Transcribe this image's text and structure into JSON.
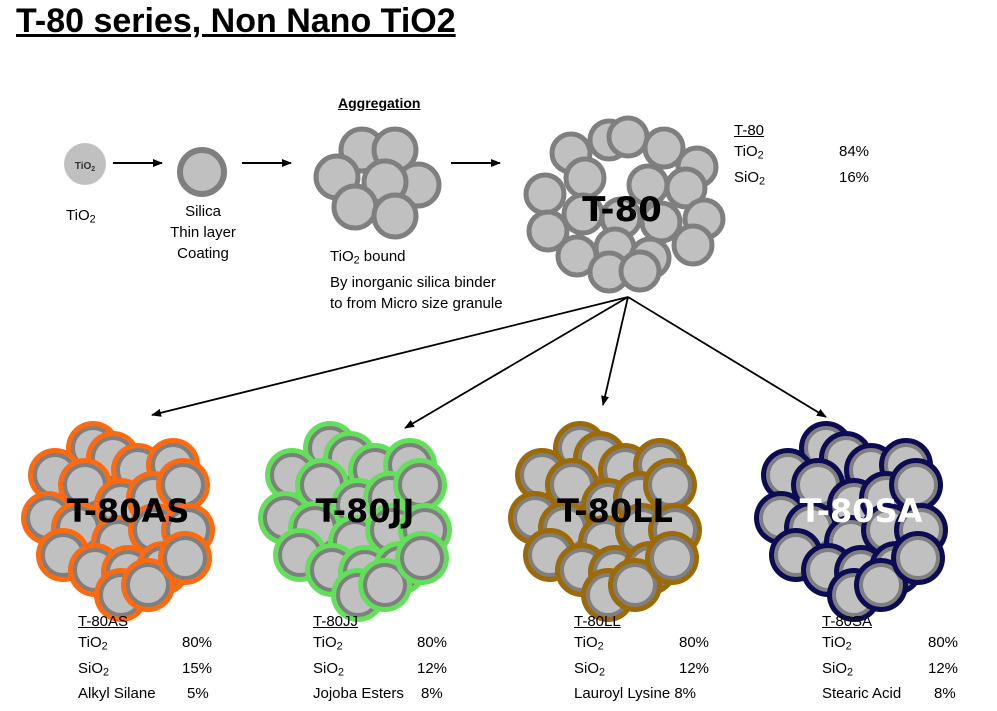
{
  "title": "T-80 series, Non Nano TiO2",
  "process": {
    "particle_text": "TiO",
    "particle_sub": "2",
    "step1_label": "TiO",
    "step1_sub": "2",
    "step2_lines": [
      "Silica",
      "Thin layer",
      "Coating"
    ],
    "step3_header": "Aggregation",
    "step3_lines": [
      "bound",
      "By inorganic silica binder",
      "to from Micro size granule"
    ],
    "step3_prefix": "TiO",
    "step3_sub": "2",
    "step4_label": "T-80"
  },
  "t80_comp": {
    "header": "T-80",
    "rows": [
      {
        "name": "TiO",
        "sub": "2",
        "value": "84%"
      },
      {
        "name": "SiO",
        "sub": "2",
        "value": "16%"
      }
    ]
  },
  "products": [
    {
      "label": "T-80AS",
      "ring_color": "#ff6a0e",
      "text_color": "#000000",
      "header": "T-80AS",
      "rows": [
        {
          "name": "TiO",
          "sub": "2",
          "value": "80%"
        },
        {
          "name": "SiO",
          "sub": "2",
          "value": "15%"
        },
        {
          "name": "Alkyl Silane",
          "sub": "",
          "value": "5%"
        }
      ]
    },
    {
      "label": "T-80JJ",
      "ring_color": "#63e05a",
      "text_color": "#000000",
      "header": "T-80JJ",
      "rows": [
        {
          "name": "TiO",
          "sub": "2",
          "value": "80%"
        },
        {
          "name": "SiO",
          "sub": "2",
          "value": "12%"
        },
        {
          "name": "Jojoba Esters",
          "sub": "",
          "value": "8%"
        }
      ]
    },
    {
      "label": "T-80LL",
      "ring_color": "#9c6a06",
      "text_color": "#000000",
      "header": "T-80LL",
      "rows": [
        {
          "name": "TiO",
          "sub": "2",
          "value": "80%"
        },
        {
          "name": "SiO",
          "sub": "2",
          "value": "12%"
        },
        {
          "name": "Lauroyl Lysine 8%",
          "sub": "",
          "value": ""
        }
      ]
    },
    {
      "label": "T-80SA",
      "ring_color": "#0c0c55",
      "text_color": "#ffffff",
      "header": "T-80SA",
      "rows": [
        {
          "name": "TiO",
          "sub": "2",
          "value": "80%"
        },
        {
          "name": "SiO",
          "sub": "2",
          "value": "12%"
        },
        {
          "name": "Stearic Acid",
          "sub": "",
          "value": "8%"
        }
      ]
    }
  ],
  "colors": {
    "particle_fill": "#c0c0c0",
    "particle_ring": "#7f7f7f",
    "arrow": "#000000"
  }
}
